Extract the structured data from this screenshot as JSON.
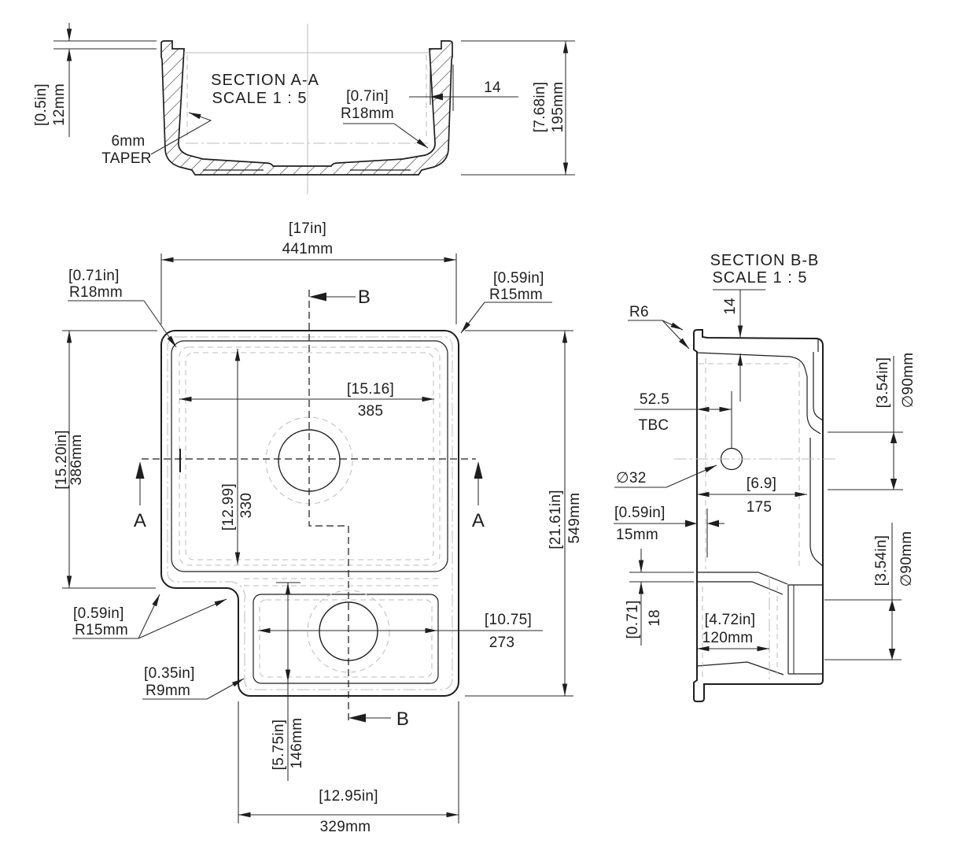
{
  "drawing": {
    "background": "#ffffff",
    "line_color": "#1e1e1e",
    "hidden_line_color": "#bcbcbc"
  },
  "section_aa": {
    "title": "SECTION A-A",
    "scale": "SCALE 1 : 5",
    "rim_height_in": "[0.5in]",
    "rim_height_mm": "12mm",
    "taper_line1": "6mm",
    "taper_line2": "TAPER",
    "corner_in": "[0.7in]",
    "corner_mm": "R18mm",
    "wall_thickness": "14",
    "height_in": "[7.68in]",
    "height_mm": "195mm"
  },
  "plan": {
    "width_in": "[17in]",
    "width_mm": "441mm",
    "r18_in": "[0.71in]",
    "r18_mm": "R18mm",
    "r15_top_in": "[0.59in]",
    "r15_top_mm": "R15mm",
    "bowl_width_in": "[15.16]",
    "bowl_width_mm": "385",
    "left_height_in": "[15.20in]",
    "left_height_mm": "386mm",
    "bowl_height_in": "[12.99]",
    "bowl_height_mm": "330",
    "small_width_in": "[10.75]",
    "small_width_mm": "273",
    "overall_height_in": "[21.61in]",
    "overall_height_mm": "549mm",
    "r15_bottom_in": "[0.59in]",
    "r15_bottom_mm": "R15mm",
    "r9_in": "[0.35in]",
    "r9_mm": "R9mm",
    "small_height_in": "[5.75in]",
    "small_height_mm": "146mm",
    "bottom_width_in": "[12.95in]",
    "bottom_width_mm": "329mm",
    "cut_a": "A",
    "cut_b": "B"
  },
  "section_bb": {
    "title": "SECTION B-B",
    "scale": "SCALE 1 : 5",
    "r6": "R6",
    "flange_thickness": "14",
    "tbc_val": "52.5",
    "tbc_label": "TBC",
    "hole": "∅32",
    "inner_width_in": "[6.9]",
    "inner_width_mm": "175",
    "offset_in": "[0.59in]",
    "offset_mm": "15mm",
    "step_in": "[0.71]",
    "step_mm": "18",
    "drain_in": "[4.72in]",
    "drain_mm": "120mm",
    "d90_top_in": "[3.54in]",
    "d90_top_mm": "∅90mm",
    "d90_bot_in": "[3.54in]",
    "d90_bot_mm": "∅90mm"
  }
}
